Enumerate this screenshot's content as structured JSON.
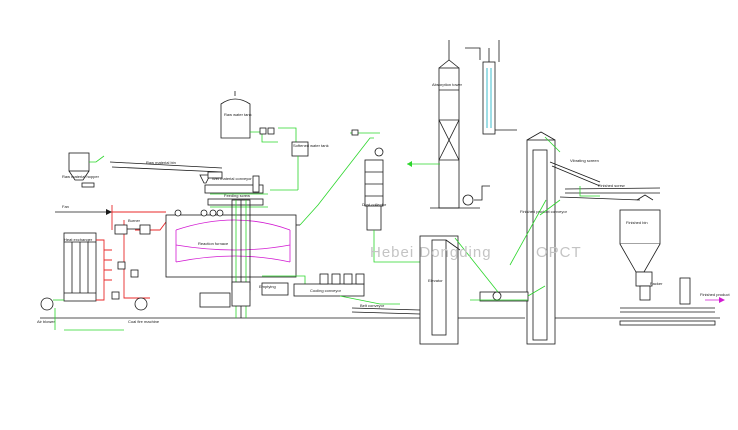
{
  "diagram": {
    "watermark": {
      "left": "Hebei Dongding",
      "right": "OPCT"
    },
    "labels": {
      "raw_water_tank": "Raw water tank",
      "softening_water_tank": "Softened water tank",
      "raw_material_hopper": "Raw material hopper",
      "raw_material_bin": "Raw material bin",
      "wet_material_conveyor": "Wet material conveyor",
      "feeding_screw": "Feeding screw",
      "fan": "Fan",
      "heat_exchanger": "Heat exchanger",
      "burner": "Burner",
      "reaction_furnace": "Reaction furnace",
      "emptying": "Emptying",
      "cooling_conveyor": "Cooling conveyor",
      "belt_conveyor": "Belt conveyor",
      "air_blower": "Air blower",
      "coal_fire_machine": "Coal fire machine",
      "elevator": "Elevator",
      "absorption_tower": "Absorption tower",
      "dust_collector": "Dust collector",
      "vibrating_screen": "Vibrating screen",
      "finished_screw": "Finished screw",
      "finished_product_conveyor": "Finished product conveyor",
      "finished_bin": "Finished bin",
      "packer": "Packer",
      "finished_product": "Finished product"
    }
  }
}
